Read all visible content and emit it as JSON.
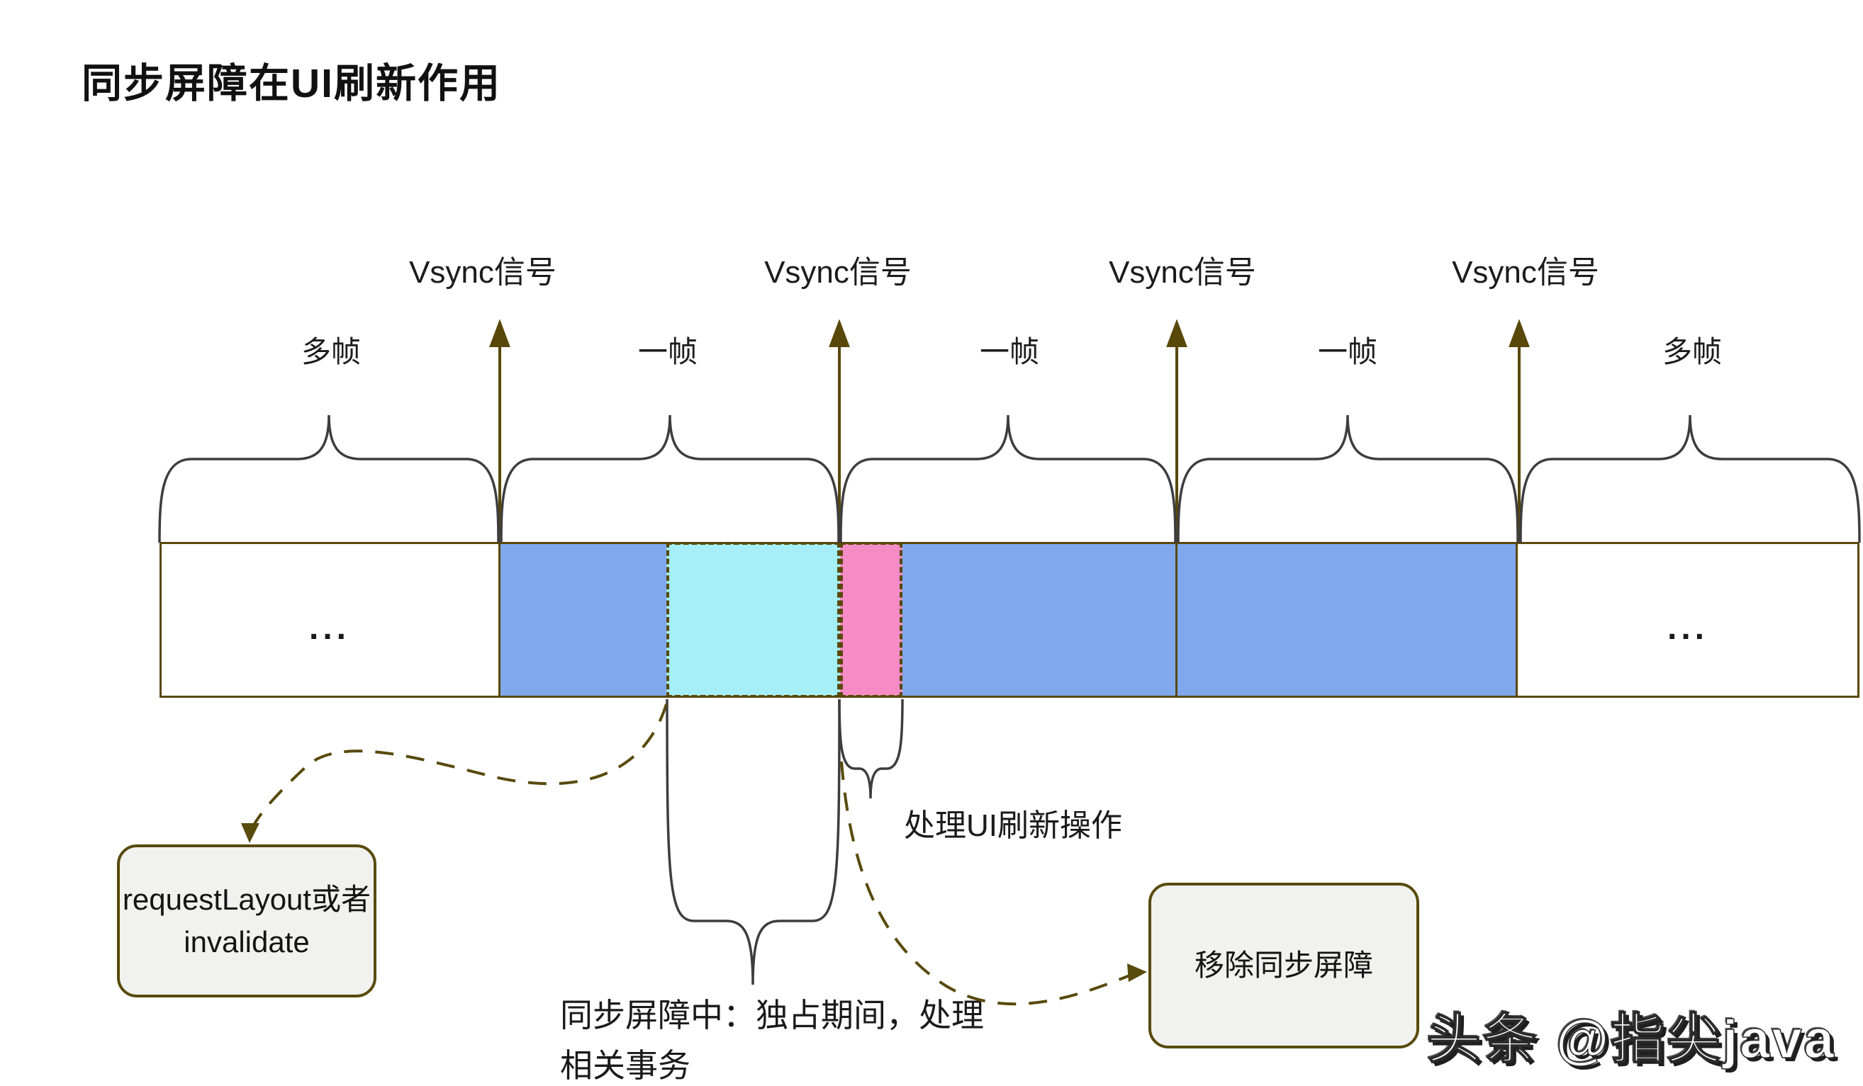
{
  "title": "同步屏障在UI刷新作用",
  "vsync_labels": [
    "Vsync信号",
    "Vsync信号",
    "Vsync信号",
    "Vsync信号"
  ],
  "frame_labels": [
    "多帧",
    "一帧",
    "一帧",
    "一帧",
    "多帧"
  ],
  "bar": {
    "left_ellipsis": "...",
    "right_ellipsis": "..."
  },
  "notes": {
    "request_layout_line1": "requestLayout或者",
    "request_layout_line2": "invalidate",
    "ui_refresh": "处理UI刷新操作",
    "barrier_line1": "同步屏障中：独占期间，处理",
    "barrier_line2": "相关事务",
    "remove_barrier": "移除同步屏障"
  },
  "watermark": "头条 @指尖java",
  "colors": {
    "frame_fill": "#7fa8ed",
    "barrier_fill": "#a6eff6",
    "ui_refresh_fill": "#f58cc5",
    "line_olive": "#584809",
    "brace_gray": "#3d3d41",
    "box_fill": "#f1f1ef",
    "text": "#1a1a1a"
  }
}
